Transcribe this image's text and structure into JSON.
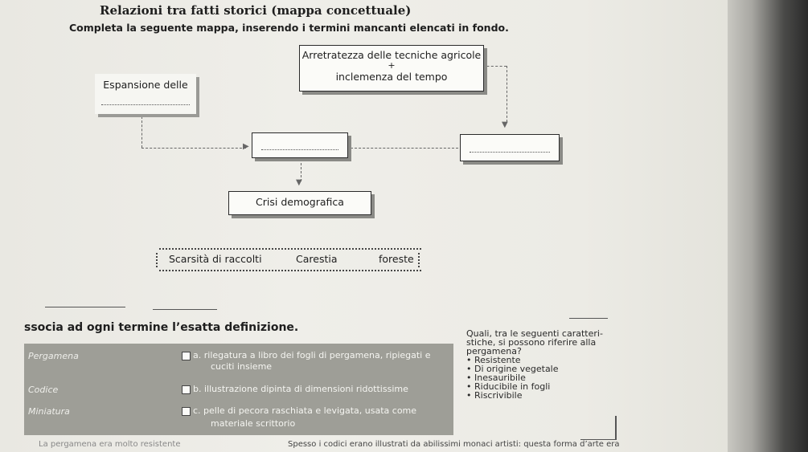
{
  "title": "Relazioni tra fatti storici (mappa concettuale)",
  "instruction": "Completa la seguente mappa, inserendo i termini mancanti elencati in fondo.",
  "map": {
    "main_line1": "Arretratezza delle tecniche agricole",
    "plus": "+",
    "main_line2": "inclemenza del tempo",
    "espansione": "Espansione delle",
    "crisi": "Crisi demografica"
  },
  "word_bank": [
    "Scarsità di raccolti",
    "Carestia",
    "foreste"
  ],
  "section_title": "ssocia ad ogni termine l’esatta definizione.",
  "definitions": [
    {
      "term": "Pergamena",
      "letter_text": "a. rilegatura a libro dei fogli di pergamena, ripiegati e",
      "cont": "cuciti insieme"
    },
    {
      "term": "Codice",
      "letter_text": "b. illustrazione dipinta di dimensioni ridottissime",
      "cont": ""
    },
    {
      "term": "Miniatura",
      "letter_text": "c. pelle di pecora raschiata e levigata, usata come",
      "cont": "materiale scrittorio"
    }
  ],
  "side_question": {
    "lines": [
      "Quali, tra le seguenti caratteri-",
      "stiche, si possono riferire alla",
      "pergamena?"
    ],
    "bullets": [
      "Resistente",
      "Di origine vegetale",
      "Inesauribile",
      "Riducibile in fogli",
      "Riscrivibile"
    ]
  },
  "bottom_left": "La pergamena era molto resistente",
  "bottom_right": "Spesso i codici erano illustrati da abilissimi monaci artisti: questa forma d’arte era"
}
